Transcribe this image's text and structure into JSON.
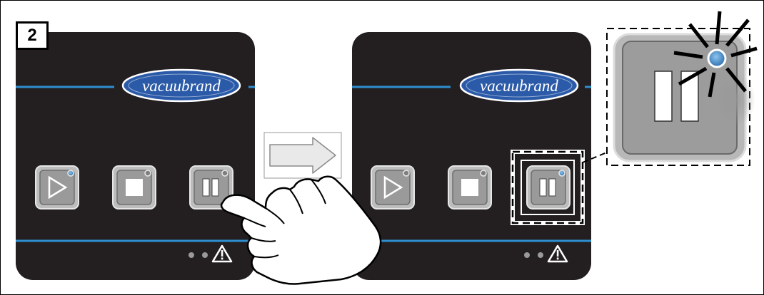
{
  "step": {
    "number": "2"
  },
  "panels": [
    {
      "brand": "vacuubrand",
      "state": "before",
      "buttons": [
        "play-button",
        "stop-button",
        "pause-button"
      ],
      "active_led": "play"
    },
    {
      "brand": "vacuubrand",
      "state": "after",
      "buttons": [
        "play-button",
        "stop-button",
        "pause-button"
      ],
      "active_led": "pause"
    }
  ],
  "icons": [
    "hand-pointer-icon",
    "arrow-right-icon",
    "warning-icon",
    "led-icon"
  ],
  "colors": {
    "panel": "#231f20",
    "accent_line": "#2f8ed0",
    "led_active": "#3e86c6",
    "button_face": "#9b9b9b",
    "highlight_frame": "#000000"
  }
}
